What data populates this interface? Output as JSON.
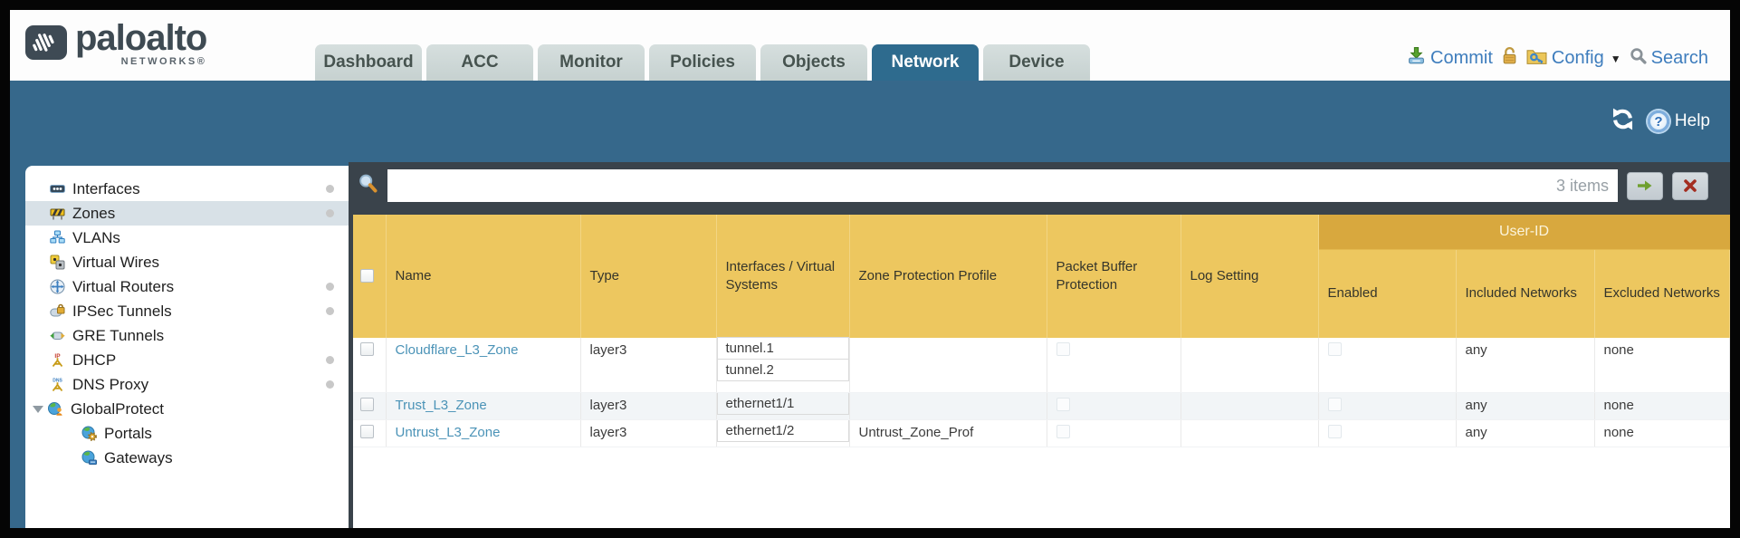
{
  "colors": {
    "teal": "#36688b",
    "slate": "#3a434b",
    "header_gold": "#edc75f",
    "group_gold": "#d8a83e",
    "link_blue": "#4b93b7",
    "action_blue": "#3e7dbd",
    "selected_row_bg": "#d8e1e7"
  },
  "header": {
    "brand": {
      "name": "paloalto",
      "sub": "NETWORKS®"
    },
    "tabs": [
      {
        "label": "Dashboard",
        "active": false
      },
      {
        "label": "ACC",
        "active": false
      },
      {
        "label": "Monitor",
        "active": false
      },
      {
        "label": "Policies",
        "active": false
      },
      {
        "label": "Objects",
        "active": false
      },
      {
        "label": "Network",
        "active": true
      },
      {
        "label": "Device",
        "active": false
      }
    ],
    "actions": {
      "commit": "Commit",
      "config": "Config",
      "search": "Search",
      "config_caret": "▼"
    }
  },
  "toolbar": {
    "help": "Help",
    "help_glyph": "?"
  },
  "sidebar": {
    "items": [
      {
        "label": "Interfaces",
        "icon": "interfaces-icon",
        "dot": true
      },
      {
        "label": "Zones",
        "icon": "zones-icon",
        "dot": true,
        "selected": true
      },
      {
        "label": "VLANs",
        "icon": "vlans-icon",
        "dot": false
      },
      {
        "label": "Virtual Wires",
        "icon": "virtual-wires-icon",
        "dot": false
      },
      {
        "label": "Virtual Routers",
        "icon": "virtual-routers-icon",
        "dot": true
      },
      {
        "label": "IPSec Tunnels",
        "icon": "ipsec-tunnels-icon",
        "dot": true
      },
      {
        "label": "GRE Tunnels",
        "icon": "gre-tunnels-icon",
        "dot": false
      },
      {
        "label": "DHCP",
        "icon": "dhcp-icon",
        "dot": true
      },
      {
        "label": "DNS Proxy",
        "icon": "dns-proxy-icon",
        "dot": true
      },
      {
        "label": "GlobalProtect",
        "icon": "globalprotect-icon",
        "dot": false,
        "expanded": true
      },
      {
        "label": "Portals",
        "icon": "portals-icon",
        "indent": true
      },
      {
        "label": "Gateways",
        "icon": "gateways-icon",
        "indent": true
      }
    ]
  },
  "filterbar": {
    "value": "",
    "count": "3 items"
  },
  "table": {
    "group_header": "User-ID",
    "columns": [
      "Name",
      "Type",
      "Interfaces / Virtual Systems",
      "Zone Protection Profile",
      "Packet Buffer Protection",
      "Log Setting",
      "Enabled",
      "Included Networks",
      "Excluded Networks"
    ],
    "rows": [
      {
        "name": "Cloudflare_L3_Zone",
        "type": "layer3",
        "interfaces": [
          "tunnel.1",
          "tunnel.2"
        ],
        "zone_protection_profile": "",
        "log_setting": "",
        "included_networks": "any",
        "excluded_networks": "none"
      },
      {
        "name": "Trust_L3_Zone",
        "type": "layer3",
        "interfaces": [
          "ethernet1/1"
        ],
        "zone_protection_profile": "",
        "log_setting": "",
        "included_networks": "any",
        "excluded_networks": "none"
      },
      {
        "name": "Untrust_L3_Zone",
        "type": "layer3",
        "interfaces": [
          "ethernet1/2"
        ],
        "zone_protection_profile": "Untrust_Zone_Prof",
        "log_setting": "",
        "included_networks": "any",
        "excluded_networks": "none"
      }
    ]
  }
}
